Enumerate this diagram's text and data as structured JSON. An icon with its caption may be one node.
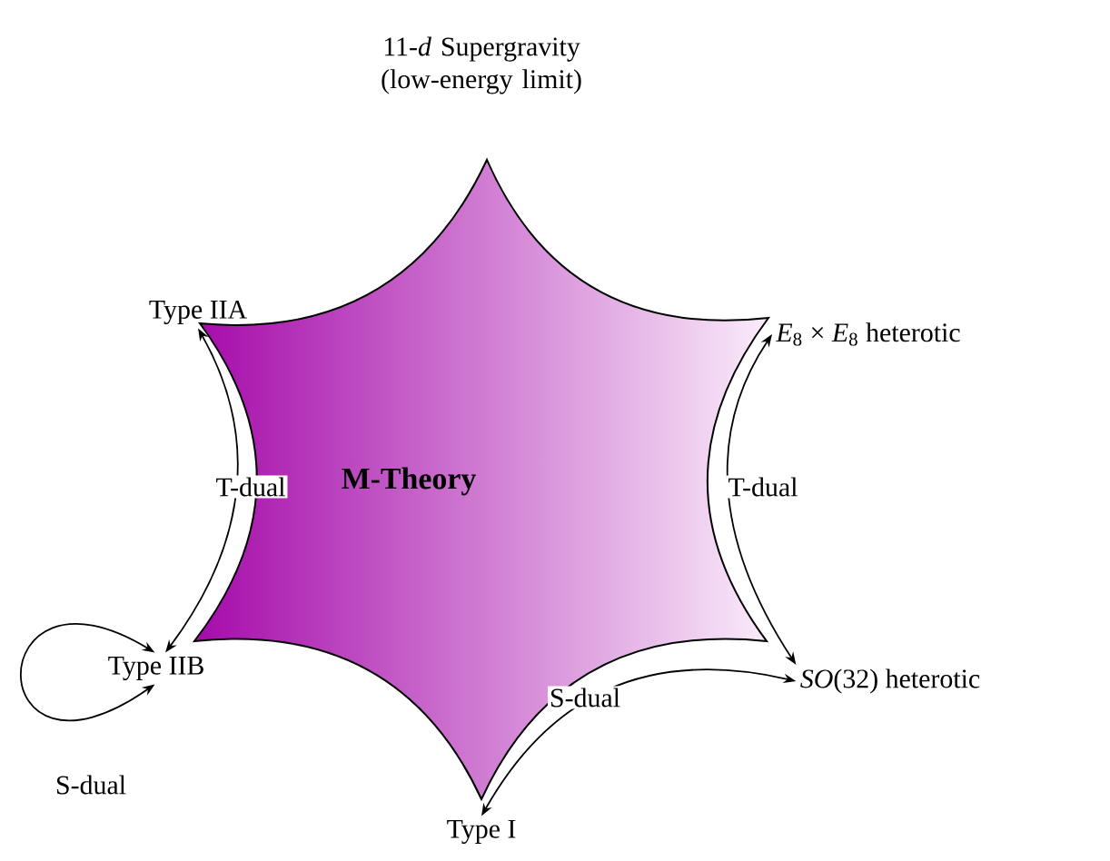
{
  "diagram": {
    "nodes": [
      {
        "text": [
          "M-Theory"
        ]
      },
      {
        "text": [
          "11-*d* Supergravity (low-energy limit)"
        ]
      },
      {
        "text": [
          "Type IIA"
        ]
      },
      {
        "text": [
          "*E*$_{8}$ × *E*$_{8}$ heterotic"
        ]
      },
      {
        "text": [
          "Type IIB"
        ]
      },
      {
        "text": [
          "*SO*(32) heterotic"
        ]
      },
      {
        "text": [
          "Type I"
        ]
      }
    ],
    "edges": [
      {
        "from": 2,
        "to": 4,
        "arrow": "both",
        "label": "T-dual"
      },
      {
        "from": 3,
        "to": 5,
        "arrow": "both",
        "label": "T-dual"
      },
      {
        "from": 5,
        "to": 6,
        "arrow": "both",
        "label": "S-dual"
      },
      {
        "from": 4,
        "to": 4,
        "arrow": "both",
        "label": "S-dual"
      }
    ]
  }
}
